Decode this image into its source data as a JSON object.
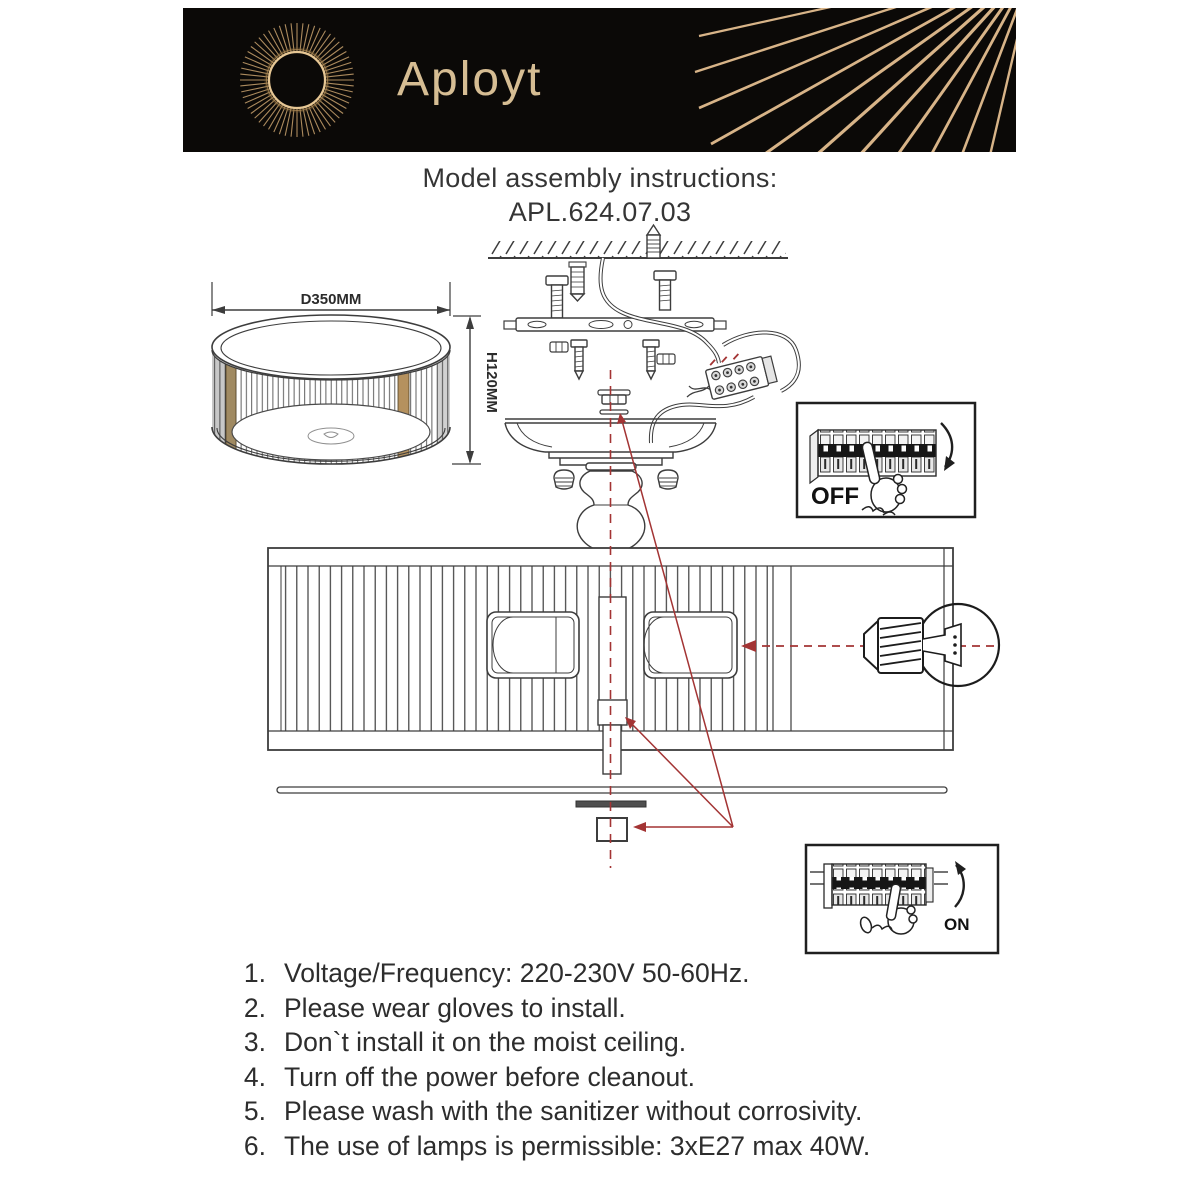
{
  "header": {
    "brand": "Aployt"
  },
  "title": {
    "heading": "Model assembly instructions:",
    "model": "APL.624.07.03"
  },
  "diagram": {
    "dimension_labels": {
      "diameter": "D350MM",
      "height": "H120MM"
    },
    "power_off_label": "OFF",
    "power_on_label": "ON"
  },
  "instructions": {
    "items": [
      {
        "num": "1.",
        "text": "Voltage/Frequency: 220-230V 50-60Hz."
      },
      {
        "num": "2.",
        "text": "Please wear gloves to install."
      },
      {
        "num": "3.",
        "text": "Don`t install it on the moist ceiling."
      },
      {
        "num": "4.",
        "text": "Turn off the power before cleanout."
      },
      {
        "num": "5.",
        "text": "Please wash with the sanitizer without corrosivity."
      },
      {
        "num": "6.",
        "text": "The use of lamps is permissible: 3xE27 max 40W."
      }
    ]
  },
  "colors": {
    "header_bg": "#0b0907",
    "brand_gold": "#d6bd93",
    "ray_gold": "#d8b488",
    "line_dark": "#3d3d3d",
    "annotation_red": "#a33434",
    "shade_accent_tan": "#b5915e"
  }
}
